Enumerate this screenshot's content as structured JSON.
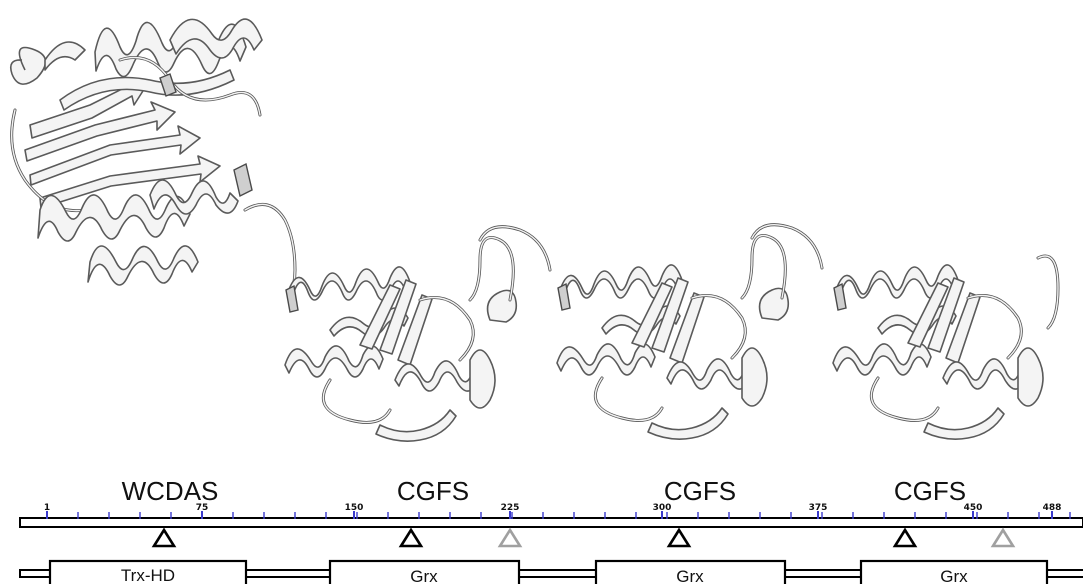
{
  "motifs": {
    "wcdas": "WCDAS",
    "cgfs1": "CGFS",
    "cgfs2": "CGFS",
    "cgfs3": "CGFS"
  },
  "ruler": {
    "tick_labels": [
      "1",
      "75",
      "150",
      "225",
      "300",
      "375",
      "450",
      "488"
    ],
    "tick_color": "#3a3acc"
  },
  "domains": {
    "trx_hd": "Trx-HD",
    "grx1": "Grx",
    "grx2": "Grx",
    "grx3": "Grx"
  },
  "markers": {
    "black_color": "#000000",
    "gray_color": "#a0a0a0"
  }
}
